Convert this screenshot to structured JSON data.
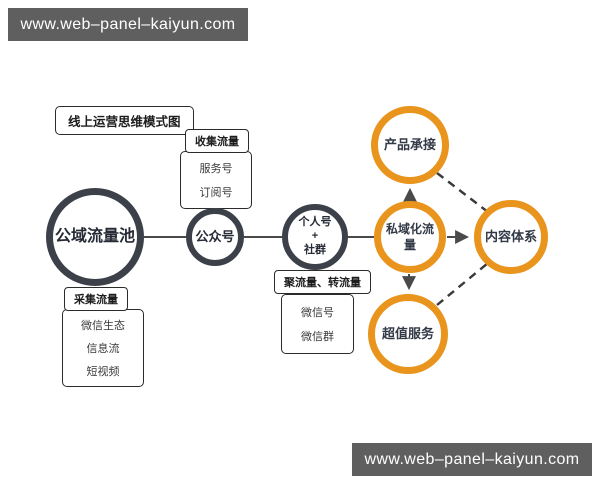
{
  "watermark_top": {
    "text": "www.web–panel–kaiyun.com"
  },
  "watermark_bottom": {
    "text": "www.web–panel–kaiyun.com"
  },
  "diagram": {
    "title": "线上运营思维模式图",
    "nodes": {
      "public_pool": {
        "label": "公域流量池"
      },
      "official_account": {
        "label": "公众号"
      },
      "personal_group": {
        "line1": "个人号",
        "line2": "+",
        "line3": "社群"
      },
      "private_traffic": {
        "label": "私域化流量"
      },
      "product_link": {
        "label": "产品承接"
      },
      "content_system": {
        "label": "内容体系"
      },
      "premium_service": {
        "label": "超值服务"
      }
    },
    "labels": {
      "collect_traffic_top": "收集流量",
      "collect_traffic_left": "采集流量",
      "gather_convert": "聚流量、转流量"
    },
    "lists": {
      "official_channels": [
        "服务号",
        "订阅号"
      ],
      "source_channels": [
        "微信生态",
        "信息流",
        "短视频"
      ],
      "wechat_tools": [
        "微信号",
        "微信群"
      ]
    },
    "colors": {
      "accent_orange": "#e8941d",
      "node_dark": "#3b4049",
      "bar_gray": "#5f5f5f",
      "connector": "#4a4a4a"
    }
  }
}
